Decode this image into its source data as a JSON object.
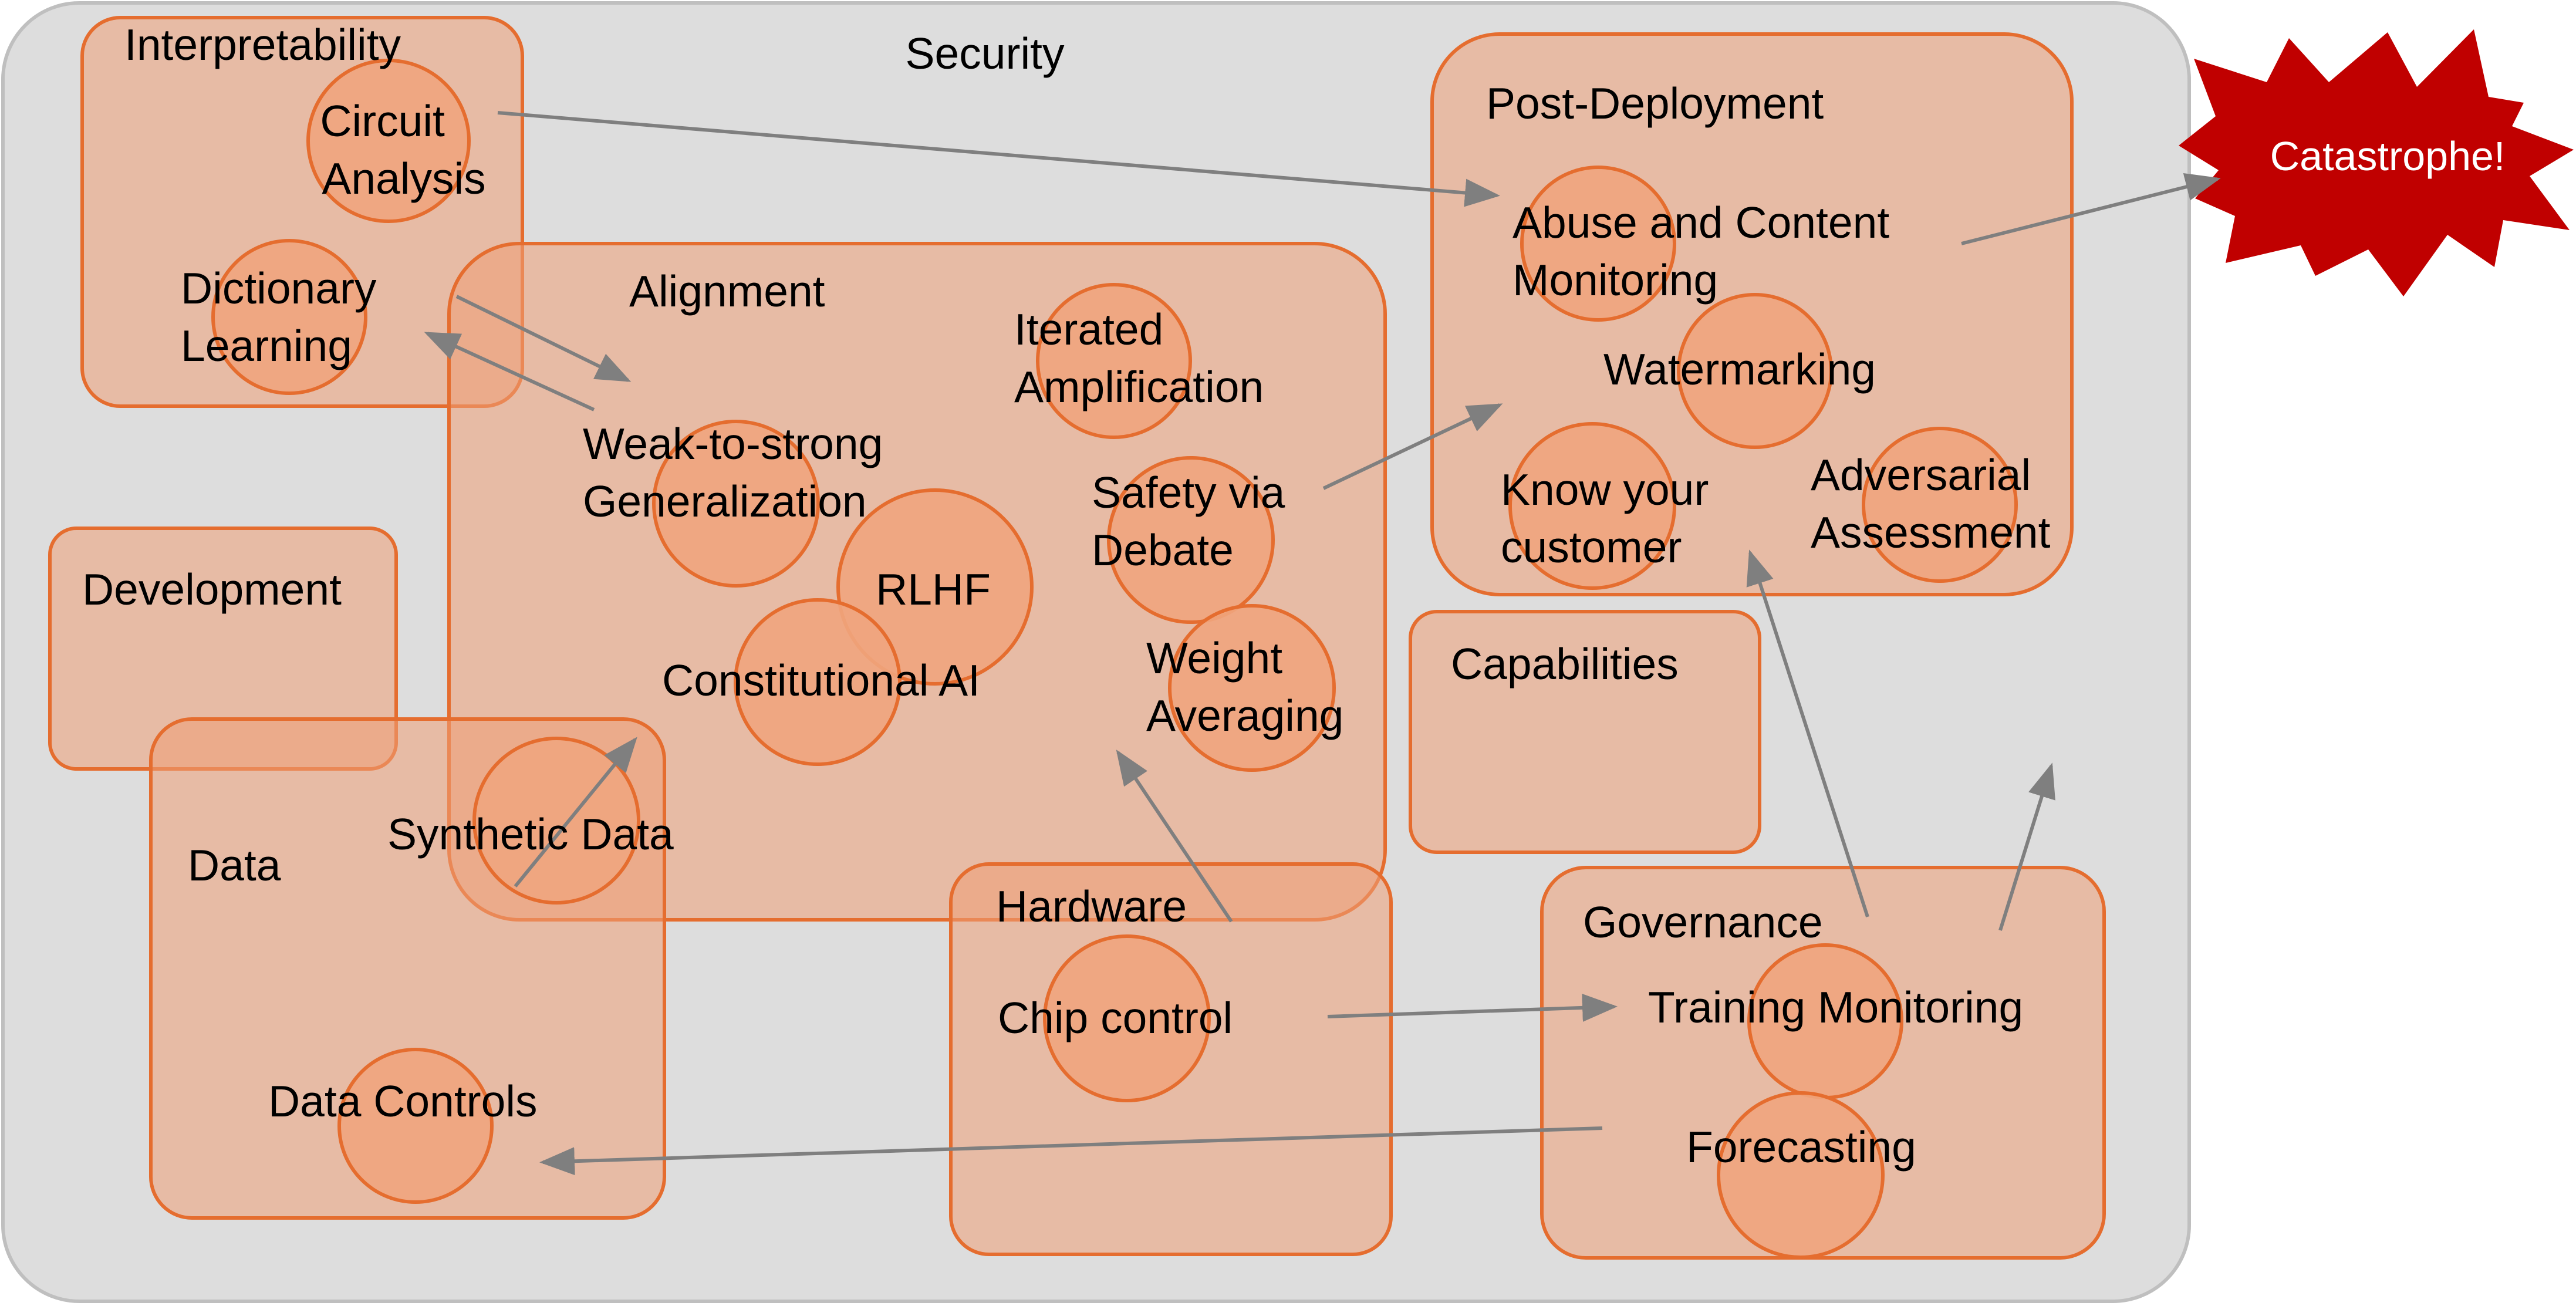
{
  "colors": {
    "security_fill": "#dddddd",
    "security_stroke": "#bfbfbf",
    "group_fill": "#ee9e76",
    "group_stroke": "#e56d2f",
    "circle_fill": "#f0a57e",
    "arrow": "#7f7f7f",
    "catastrophe_fill": "#c00000",
    "catastrophe_text": "#ffffff"
  },
  "security": {
    "title": "Security"
  },
  "groups": {
    "interpretability": "Interpretability",
    "alignment": "Alignment",
    "development": "Development",
    "data": "Data",
    "hardware": "Hardware",
    "post_deployment": "Post-Deployment",
    "capabilities": "Capabilities",
    "governance": "Governance"
  },
  "techniques": {
    "circuit_analysis": [
      "Circuit",
      "Analysis"
    ],
    "dictionary_learning": [
      "Dictionary",
      "Learning"
    ],
    "weak_to_strong": [
      "Weak-to-strong",
      "Generalization"
    ],
    "rlhf": "RLHF",
    "constitutional_ai": "Constitutional AI",
    "iterated_amplification": [
      "Iterated",
      "Amplification"
    ],
    "safety_via_debate": [
      "Safety via",
      "Debate"
    ],
    "weight_averaging": [
      "Weight",
      "Averaging"
    ],
    "synthetic_data": "Synthetic Data",
    "data_controls": "Data Controls",
    "chip_control": "Chip control",
    "abuse_monitoring": [
      "Abuse and Content",
      "Monitoring"
    ],
    "watermarking": "Watermarking",
    "know_your_customer": [
      "Know your",
      "customer"
    ],
    "adversarial_assessment": [
      "Adversarial",
      "Assessment"
    ],
    "training_monitoring": "Training Monitoring",
    "forecasting": "Forecasting"
  },
  "catastrophe": {
    "label": "Catastrophe!"
  }
}
